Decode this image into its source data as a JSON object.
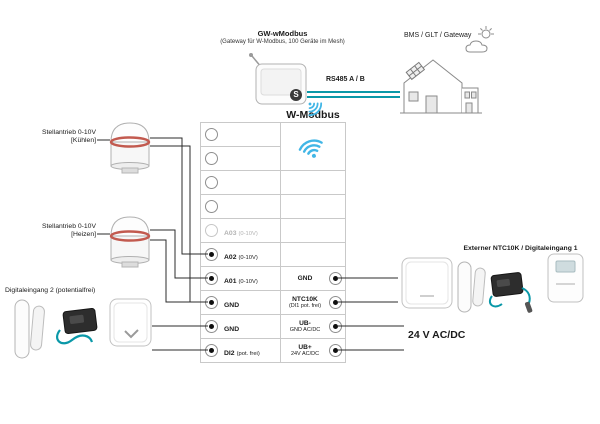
{
  "title_block": {
    "title": "GW-wModbus",
    "subtitle": "(Gateway für W-Modbus, 100 Geräte im Mesh)"
  },
  "gateway": {
    "logo": "S"
  },
  "top_right": {
    "bms_label": "BMS / GLT / Gateway"
  },
  "bus": {
    "rs485_label": "RS485 A / B",
    "wmodbus_label": "W-Modbus"
  },
  "left_labels": {
    "actuator_cool": {
      "line1": "Stellantrieb 0-10V",
      "line2": "[Kühlen]"
    },
    "actuator_heat": {
      "line1": "Stellantrieb 0-10V",
      "line2": "[Heizen]"
    },
    "digital_input2": "Digitaleingang 2 (potentialfrei)"
  },
  "right_labels": {
    "external_input": "Externer NTC10K / Digitaleingang 1",
    "power": "24 V AC/DC"
  },
  "terminals": {
    "left": [
      {
        "name": "A03",
        "range": "(0-10V)",
        "state": "disabled"
      },
      {
        "name": "A02",
        "range": "(0-10V)",
        "state": "active"
      },
      {
        "name": "A01",
        "range": "(0-10V)",
        "state": "active"
      },
      {
        "name": "GND",
        "range": "",
        "state": "active"
      },
      {
        "name": "GND",
        "range": "",
        "state": "active"
      },
      {
        "name": "DI2",
        "range": "(pot. frei)",
        "state": "active"
      }
    ],
    "right": [
      {
        "name": "GND",
        "sub": ""
      },
      {
        "name": "NTC10K",
        "sub": "(DI1 pot. frei)"
      },
      {
        "name": "UB-",
        "sub": "GND AC/DC"
      },
      {
        "name": "UB+",
        "sub": "24V AC/DC"
      }
    ]
  },
  "icons": {
    "wmodbus_wifi": "wifi-icon",
    "gateway_wifi": "wifi-icon",
    "sun_cloud": "sun-cloud-icon"
  },
  "colors": {
    "teal": "#0a98a8",
    "wifi_blue": "#41b6e6",
    "disabled_gray": "#b3b3b3",
    "line_black": "#2b2b2b",
    "ring_red": "#c25a4f"
  }
}
